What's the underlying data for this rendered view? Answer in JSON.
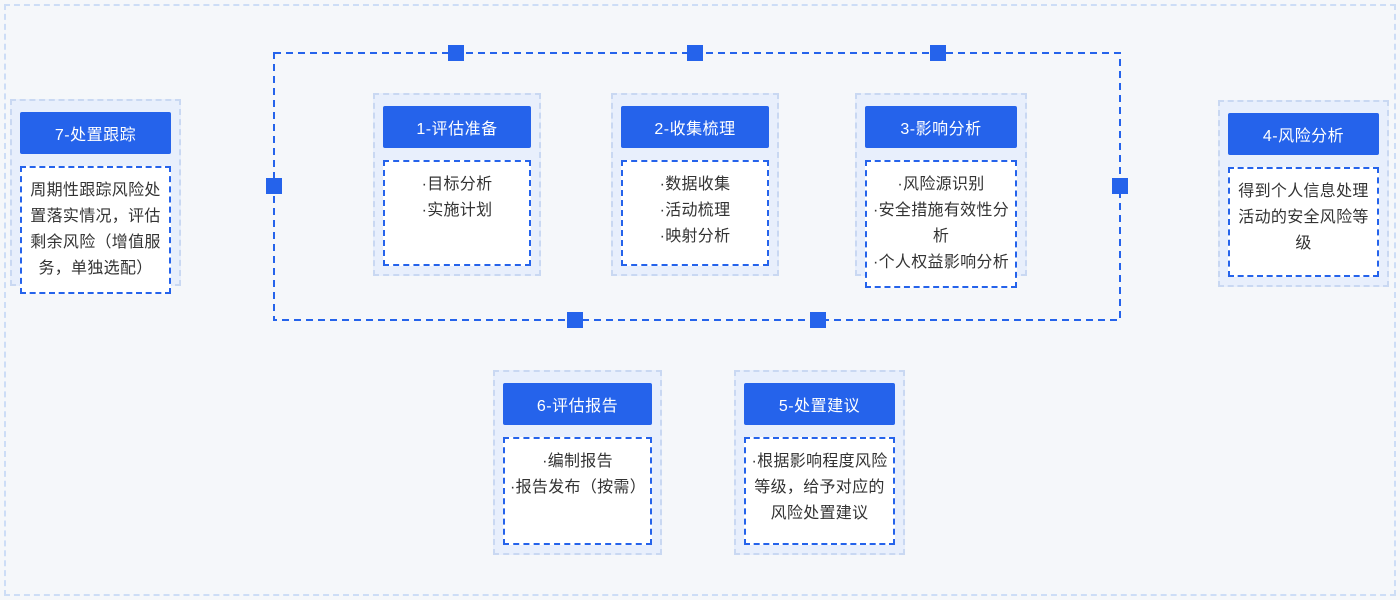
{
  "page": {
    "background_color": "#f5f7fa",
    "accent_blue": "#2563eb",
    "card_background": "#e8effc",
    "light_dashed_border": "#c9d8f2",
    "outer_dashed_border": "#cdddf6",
    "body_text_color": "#333333"
  },
  "cards": {
    "step1": {
      "title": "1-评估准备",
      "items": [
        "·目标分析",
        "·实施计划"
      ]
    },
    "step2": {
      "title": "2-收集梳理",
      "items": [
        "·数据收集",
        "·活动梳理",
        "·映射分析"
      ]
    },
    "step3": {
      "title": "3-影响分析",
      "items": [
        "·风险源识别",
        "·安全措施有效性分析",
        "·个人权益影响分析"
      ]
    },
    "step4": {
      "title": "4-风险分析",
      "body": "得到个人信息处理活动的安全风险等级"
    },
    "step5": {
      "title": "5-处置建议",
      "body": "·根据影响程度风险等级，给予对应的风险处置建议"
    },
    "step6": {
      "title": "6-评估报告",
      "items": [
        "·编制报告",
        "·报告发布（按需）"
      ]
    },
    "step7": {
      "title": "7-处置跟踪",
      "body": "周期性跟踪风险处置落实情况，评估剩余风险（增值服务，单独选配）"
    }
  }
}
